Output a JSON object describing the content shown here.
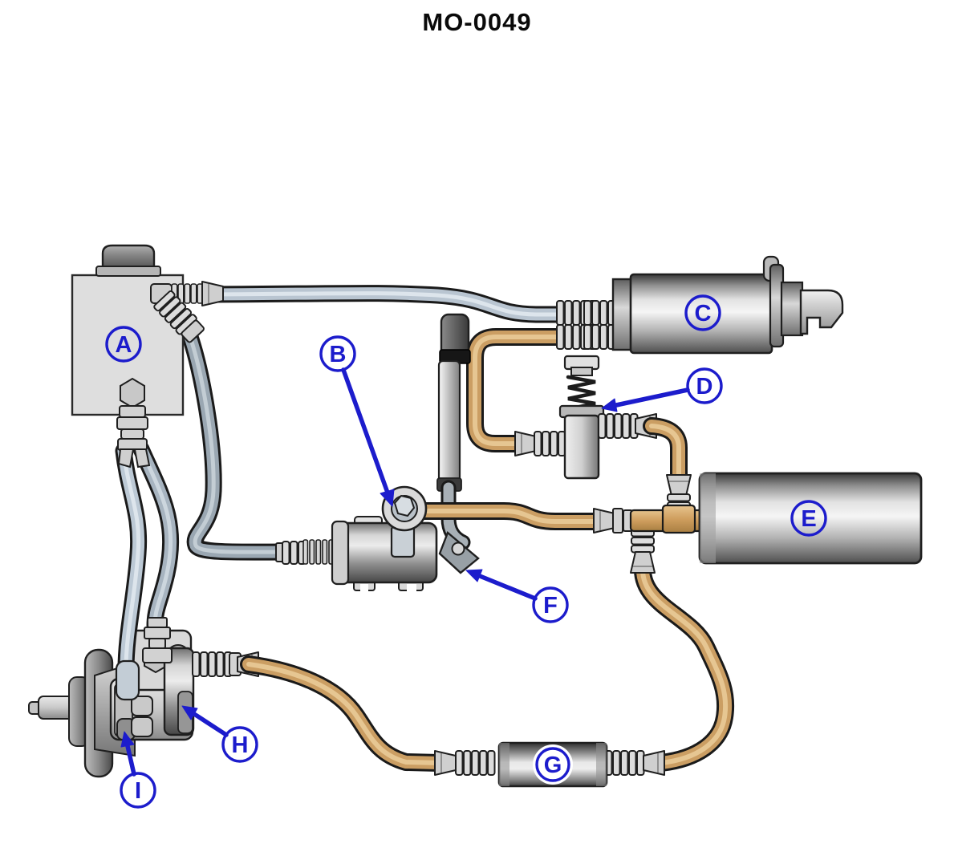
{
  "title": "MO-0049",
  "callouts": {
    "a": "A",
    "b": "B",
    "c": "C",
    "d": "D",
    "e": "E",
    "f": "F",
    "g": "G",
    "h": "H",
    "i": "I"
  },
  "colors": {
    "callout_blue": "#1c1ccc",
    "supply_hose_blue_gray": "#b9c5d1",
    "supply_hose_highlight": "#dde5ec",
    "return_hose_gray": "#9aa7b2",
    "pressure_hose_tan": "#cb9e63",
    "pressure_hose_highlight": "#e6c692",
    "metal_light": "#e8e8e8",
    "metal_mid": "#9a9a9a",
    "metal_dark": "#4f4f4f",
    "outline": "#1a1a1a",
    "background": "#ffffff"
  }
}
